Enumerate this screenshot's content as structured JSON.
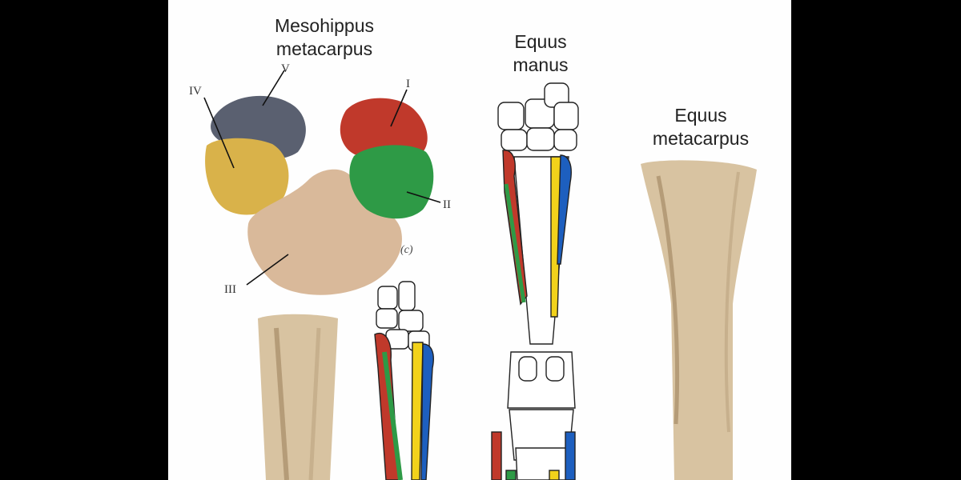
{
  "labels": {
    "mesohippus_line1": "Mesohippus",
    "mesohippus_line2": "metacarpus",
    "equus_manus_line1": "Equus",
    "equus_manus_line2": "manus",
    "equus_metacarpus_line1": "Equus",
    "equus_metacarpus_line2": "metacarpus",
    "digit_I": "I",
    "digit_II": "II",
    "digit_III": "III",
    "digit_IV": "IV",
    "digit_V": "V",
    "panel_c": "(c)"
  },
  "colors": {
    "background_side": "#000000",
    "panel": "#fefefe",
    "digit_I_red": "#c0392b",
    "digit_II_green": "#2e9a46",
    "digit_III_bone": "#d9b99a",
    "digit_IV_yellow": "#d9b24a",
    "digit_V_gray": "#5a6070",
    "splint_blue": "#1d5fbf",
    "splint_yellow": "#f2d21b",
    "bone_tan": "#d8c3a1"
  }
}
